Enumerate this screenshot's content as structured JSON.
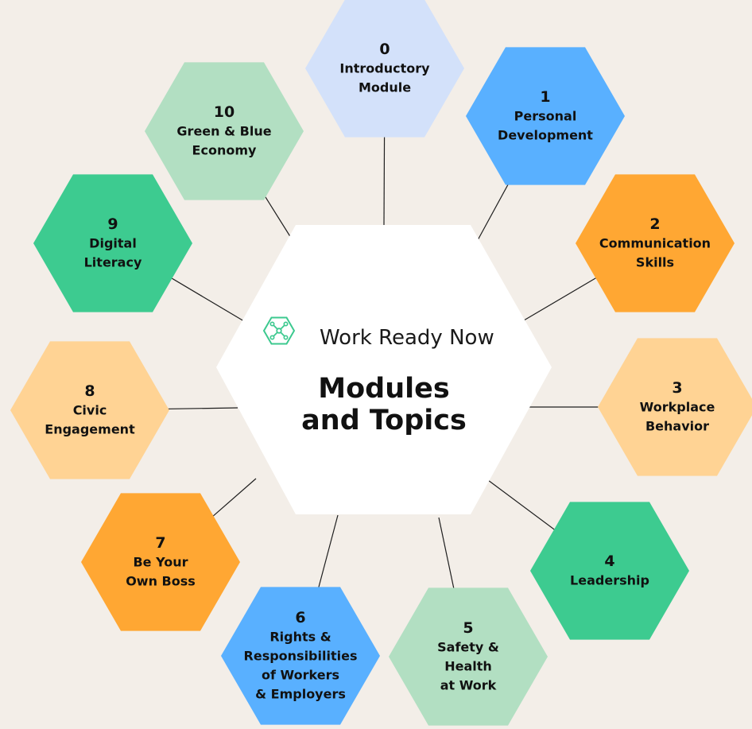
{
  "brand": {
    "name": "Work Ready Now",
    "logo_icon": "hexagon-network-icon",
    "logo_color": "#3cc98f"
  },
  "title": {
    "line1": "Modules",
    "line2": "and Topics"
  },
  "modules": [
    {
      "num": "0",
      "lines": [
        "Introductory",
        "Module"
      ],
      "color": "#d3e1fa"
    },
    {
      "num": "1",
      "lines": [
        "Personal",
        "Development"
      ],
      "color": "#59b0ff"
    },
    {
      "num": "2",
      "lines": [
        "Communication",
        "Skills"
      ],
      "color": "#ffa733"
    },
    {
      "num": "3",
      "lines": [
        "Workplace",
        "Behavior"
      ],
      "color": "#ffd394"
    },
    {
      "num": "4",
      "lines": [
        "Leadership"
      ],
      "color": "#3dcb90"
    },
    {
      "num": "5",
      "lines": [
        "Safety &",
        "Health",
        "at Work"
      ],
      "color": "#b2dfc2"
    },
    {
      "num": "6",
      "lines": [
        "Rights &",
        "Responsibilities",
        "of Workers",
        "& Employers"
      ],
      "color": "#59b0ff"
    },
    {
      "num": "7",
      "lines": [
        "Be Your",
        "Own Boss"
      ],
      "color": "#ffa733"
    },
    {
      "num": "8",
      "lines": [
        "Civic",
        "Engagement"
      ],
      "color": "#ffd394"
    },
    {
      "num": "9",
      "lines": [
        "Digital",
        "Literacy"
      ],
      "color": "#3dcb90"
    },
    {
      "num": "10",
      "lines": [
        "Green & Blue",
        "Economy"
      ],
      "color": "#b2dfc2"
    }
  ]
}
